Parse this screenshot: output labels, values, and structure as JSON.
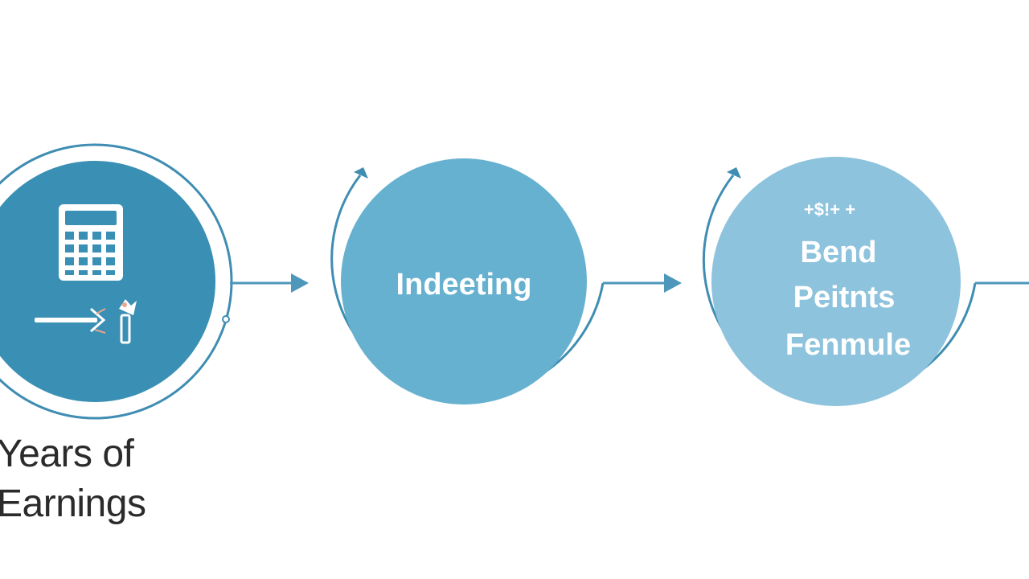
{
  "colors": {
    "background": "#ffffff",
    "step1_fill": "#3a8fb4",
    "step2_fill": "#66b1d0",
    "step3_fill": "#8ec3dd",
    "ring_stroke": "#3f8db2",
    "connector": "#4d97bb",
    "caption_text": "#2b2b2b"
  },
  "steps": [
    {
      "icon": "calculator-icon",
      "secondary_icon": "pencil-arrow-icon",
      "label_lines": []
    },
    {
      "icon": "",
      "label_lines": [
        "Indeeting"
      ]
    },
    {
      "icon": "",
      "decorative_text": "+$!+ +",
      "label_lines": [
        "Bend",
        "Peitnts",
        "Fenmule"
      ]
    }
  ],
  "caption": {
    "line1": "Years of",
    "line2": "Earnings"
  }
}
